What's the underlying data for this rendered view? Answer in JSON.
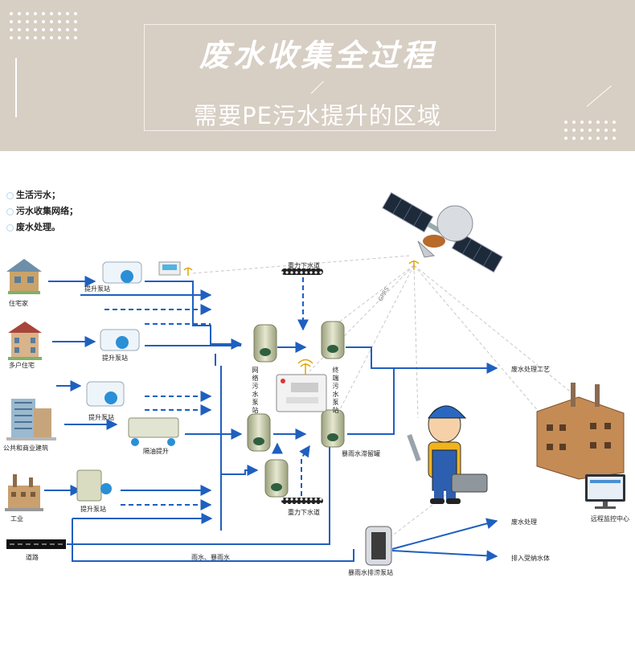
{
  "banner": {
    "title": "废水收集全过程",
    "subtitle": "需要PE污水提升的区域"
  },
  "legend": [
    "生活污水；",
    "污水收集网络；",
    "废水处理。"
  ],
  "sources": {
    "residential": "住宅家",
    "multi_family": "多户住宅",
    "commercial": "公共和商业建筑",
    "industry": "工业",
    "road": "道路"
  },
  "pumps": {
    "lift_station_1": "提升泵站",
    "lift_station_2": "提升泵站",
    "lift_station_3": "提升泵站",
    "lift_station_4": "提升泵站",
    "grease_lift": "隔油提升",
    "stormwater_tank": "暴雨水滞留罐",
    "stormwater_pump": "暴雨水排涝泵站"
  },
  "network": {
    "gravity_sewer_top": "重力下水道",
    "gravity_sewer_bottom": "重力下水道",
    "network_station": "网络污水泵站",
    "terminal_station": "终端污水泵站",
    "rain_label": "雨水、暴雨水",
    "gprs": "GPRS"
  },
  "destinations": {
    "treatment_process": "废水处理工艺",
    "treatment": "废水处理",
    "receiving_water": "排入受纳水体",
    "monitoring_center": "远程监控中心"
  },
  "colors": {
    "banner_bg": "#d7cec4",
    "flow_blue": "#1f5fbf",
    "dashed_gray": "#c8c8c8"
  }
}
